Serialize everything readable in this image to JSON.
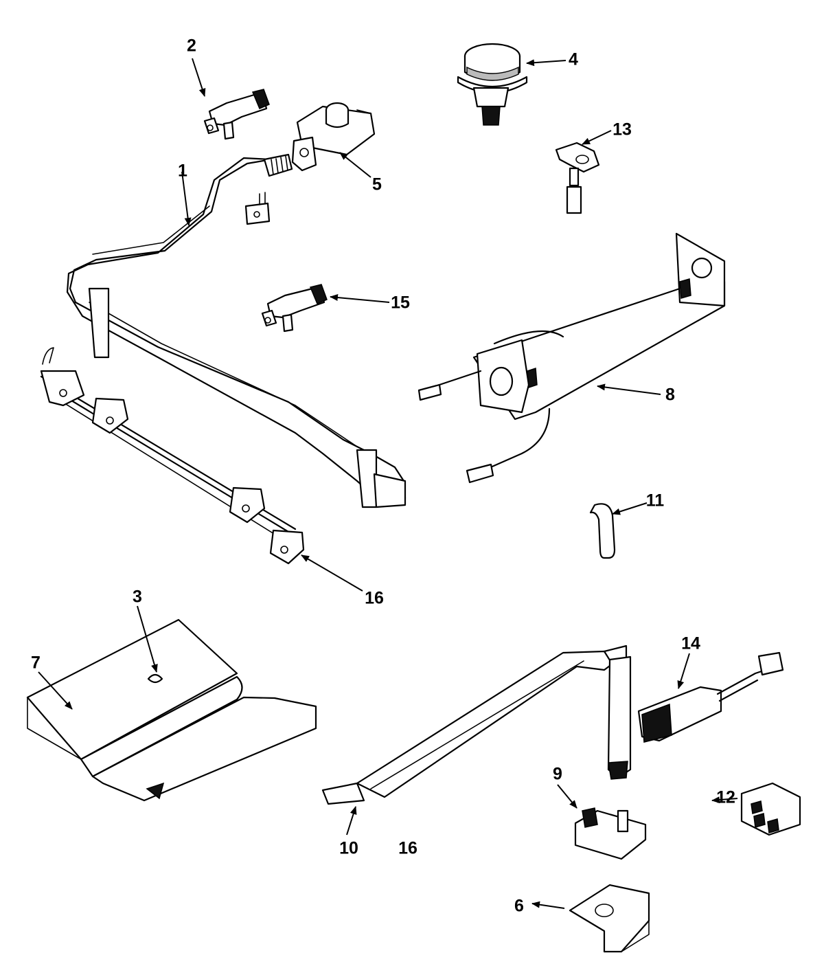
{
  "diagram": {
    "callouts": [
      "1",
      "2",
      "3",
      "4",
      "5",
      "6",
      "7",
      "8",
      "9",
      "10",
      "11",
      "12",
      "13",
      "14",
      "15",
      "16",
      "16"
    ]
  }
}
